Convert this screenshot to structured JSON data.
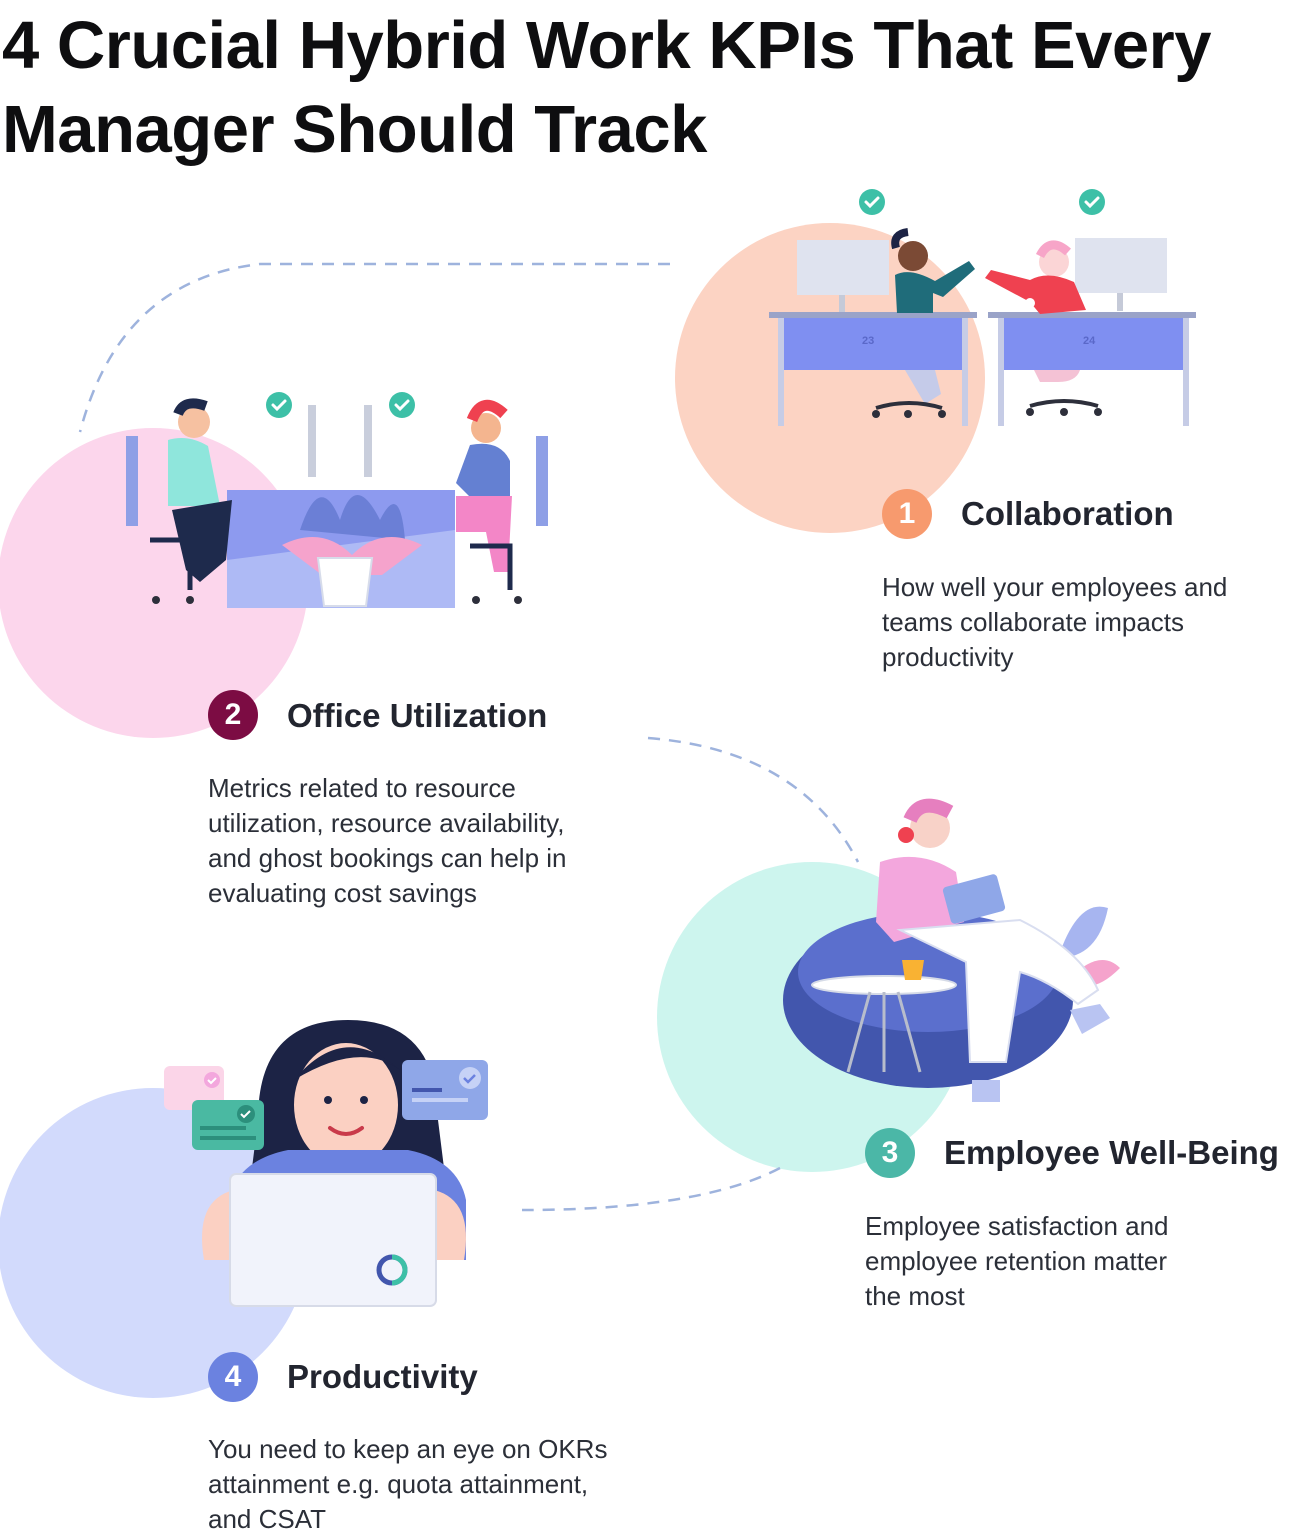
{
  "title": {
    "line1": "4 Crucial Hybrid Work KPIs That Every",
    "line2": "Manager Should Track"
  },
  "kpis": [
    {
      "number": "1",
      "title": "Collaboration",
      "description": [
        "How well your employees and",
        "teams collaborate impacts",
        "productivity"
      ],
      "badge_color": "#f79a6e",
      "blob_color": "#fcd3c3",
      "desk_numbers": [
        "23",
        "24"
      ]
    },
    {
      "number": "2",
      "title": "Office Utilization",
      "description": [
        "Metrics related to resource",
        "utilization, resource availability,",
        "and ghost bookings can help in",
        "evaluating cost savings"
      ],
      "badge_color": "#7c0c43",
      "blob_color": "#fcd6ec"
    },
    {
      "number": "3",
      "title": "Employee Well-Being",
      "description": [
        "Employee satisfaction and",
        "employee retention matter",
        "the most"
      ],
      "badge_color": "#4bb7a7",
      "blob_color": "#cdf5ee"
    },
    {
      "number": "4",
      "title": "Productivity",
      "description": [
        "You need to keep an eye on OKRs",
        "attainment e.g. quota attainment,",
        "and CSAT"
      ],
      "badge_color": "#6b82e0",
      "blob_color": "#d2dafc"
    }
  ],
  "icons": {
    "status": "check-circle-icon",
    "connector": "dashed-path"
  },
  "colors": {
    "check": "#3dc0a7",
    "desk": "#7f8ff1",
    "monitor": "#dfe3ef",
    "connector": "#9eb3dd"
  }
}
